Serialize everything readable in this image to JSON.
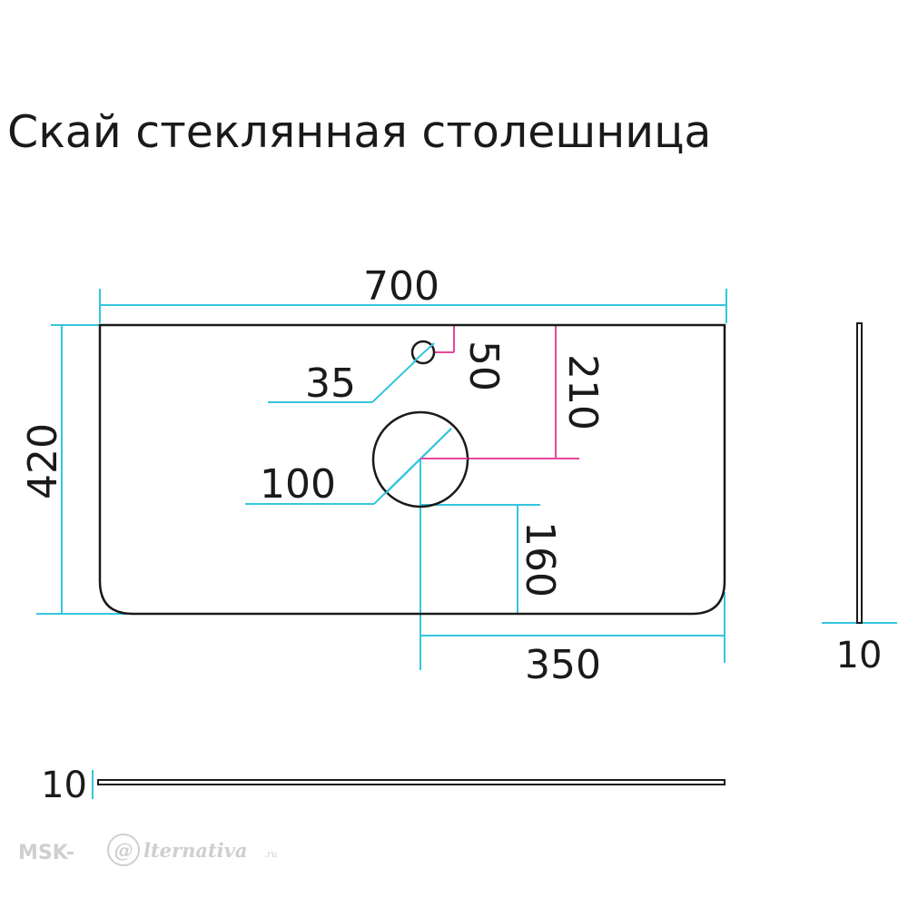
{
  "title": "Скай стеклянная столешница",
  "dimensions": {
    "width": "700",
    "height": "420",
    "small_hole_diameter": "35",
    "large_hole_diameter": "100",
    "small_hole_offset": "50",
    "large_hole_center_offset_top": "210",
    "large_hole_center_offset_bottom": "160",
    "large_hole_center_offset_right": "350",
    "side_thickness": "10",
    "bottom_thickness": "10"
  },
  "watermark": {
    "prefix": "MSK-",
    "at": "@",
    "word": "lternativa",
    "suffix": ".ru"
  },
  "colors": {
    "outline": "#1a1a1a",
    "cyan": "#35c5de",
    "magenta": "#e8469a",
    "watermark": "#cfcfcf"
  }
}
